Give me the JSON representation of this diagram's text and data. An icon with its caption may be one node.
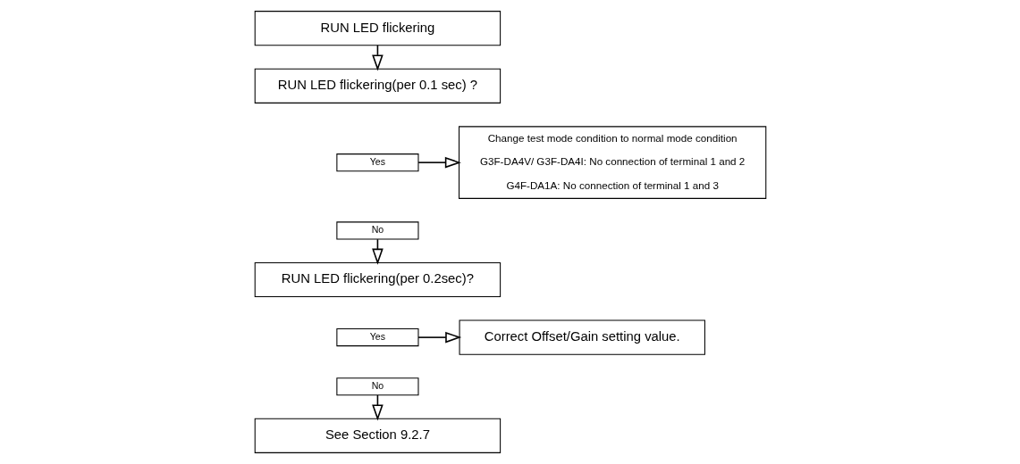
{
  "diagram": {
    "nodes": [
      {
        "text": [
          "RUN LED flickering"
        ]
      },
      {
        "text": [
          "RUN LED flickering(per 0.1 sec) ?"
        ]
      },
      {
        "text": [
          "Yes"
        ]
      },
      {
        "text": [
          "No"
        ]
      },
      {
        "text": [
          "RUN LED flickering(per 0.2sec)?"
        ]
      },
      {
        "text": [
          "Yes"
        ]
      },
      {
        "text": [
          "No"
        ]
      },
      {
        "text": [
          "See Section 9.2.7"
        ]
      },
      {
        "text": [
          "Change test mode condition to normal mode condition",
          "G3F-DA4V/ G3F-DA4I: No connection of terminal 1 and 2",
          "G4F-DA1A: No connection of terminal 1 and 3"
        ]
      },
      {
        "text": [
          "Correct Offset/Gain setting value."
        ]
      }
    ],
    "edges": [
      {
        "from": 0,
        "to": 1,
        "arrow": "to"
      },
      {
        "from": 2,
        "to": 8,
        "arrow": "to"
      },
      {
        "from": 3,
        "to": 4,
        "arrow": "to"
      },
      {
        "from": 5,
        "to": 9,
        "arrow": "to"
      },
      {
        "from": 6,
        "to": 7,
        "arrow": "to"
      }
    ]
  }
}
